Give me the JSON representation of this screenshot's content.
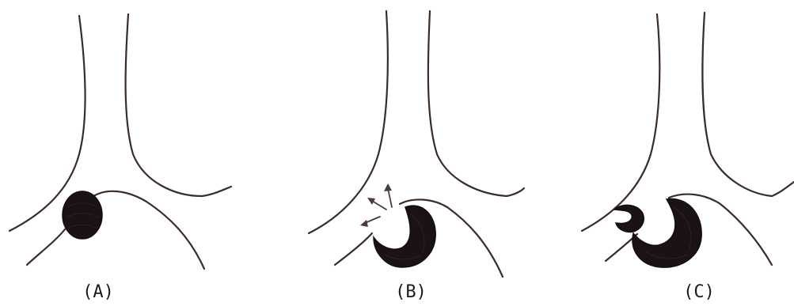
{
  "panels": [
    {
      "id": "A",
      "label": "(A)"
    },
    {
      "id": "B",
      "label": "(B)"
    },
    {
      "id": "C",
      "label": "(C)"
    }
  ],
  "colors": {
    "outline": "#3a2a33",
    "fill": "#1a1216",
    "background": "#ffffff"
  }
}
